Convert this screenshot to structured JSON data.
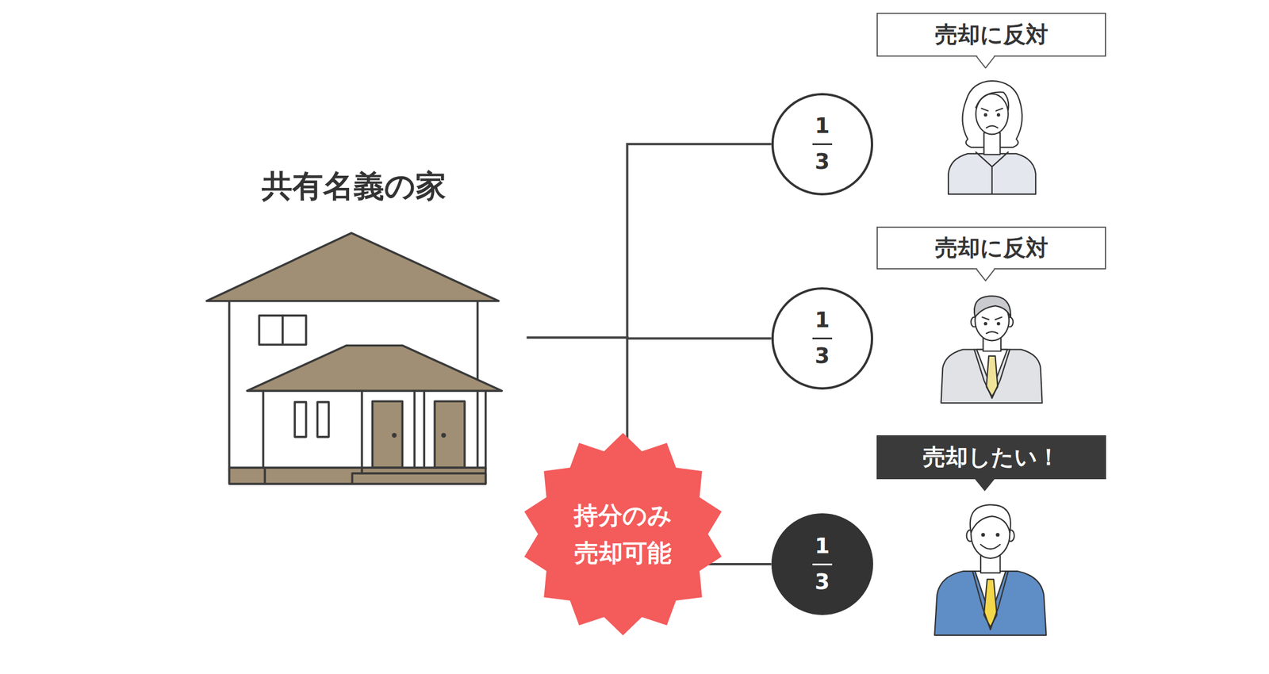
{
  "diagram": {
    "nodes": [
      {
        "text": [
          "共有名義の家"
        ]
      },
      {
        "text": [
          "売却に反対"
        ]
      },
      {
        "text": [
          "1",
          "3"
        ]
      },
      {
        "text": [
          "売却に反対"
        ]
      },
      {
        "text": [
          "1",
          "3"
        ]
      },
      {
        "text": [
          "持分のみ 売却可能"
        ]
      },
      {
        "text": [
          "売却したい！"
        ]
      },
      {
        "text": [
          "1",
          "3"
        ]
      }
    ],
    "edges": [
      {
        "from": 0,
        "to": 2,
        "arrow": "none"
      },
      {
        "from": 0,
        "to": 4,
        "arrow": "none"
      },
      {
        "from": 0,
        "to": 5,
        "arrow": "none"
      },
      {
        "from": 5,
        "to": 7,
        "arrow": "none"
      }
    ]
  }
}
